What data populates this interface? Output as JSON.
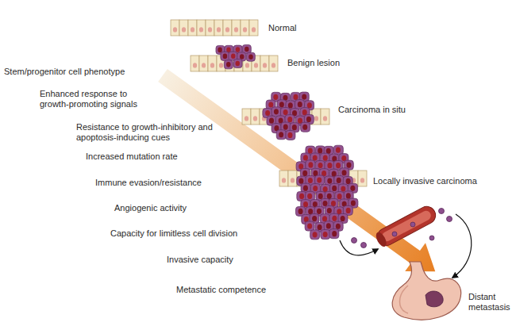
{
  "diagram": {
    "labels": [
      "Normal",
      "Benign lesion",
      "Carcinoma in situ",
      "Locally invasive carcinoma",
      "Distant metastasis",
      "Stem/progenitor cell phenotype",
      "Enhanced response to growth-promoting signals",
      "Resistance to growth-inhibitory and apoptosis-inducing cues",
      "Increased mutation rate",
      "Immune evasion/resistance",
      "Angiogenic activity",
      "Capacity for limitless cell division",
      "Invasive capacity",
      "Metastatic competence"
    ]
  }
}
